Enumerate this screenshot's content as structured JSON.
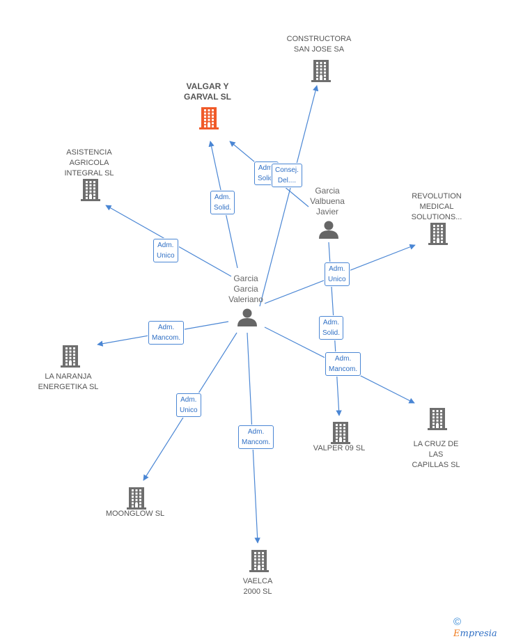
{
  "nodes": [
    {
      "id": "constructora",
      "kind": "company",
      "label": "CONSTRUCTORA\nSAN JOSE SA"
    },
    {
      "id": "valgar",
      "kind": "company",
      "focus": true,
      "label": "VALGAR Y\nGARVAL SL"
    },
    {
      "id": "asistencia",
      "kind": "company",
      "label": "ASISTENCIA\nAGRICOLA\nINTEGRAL SL"
    },
    {
      "id": "revolution",
      "kind": "company",
      "label": "REVOLUTION\nMEDICAL\nSOLUTIONS..."
    },
    {
      "id": "naranja",
      "kind": "company",
      "label": "LA NARANJA\nENERGETIKA SL"
    },
    {
      "id": "valper",
      "kind": "company",
      "label": "VALPER 09 SL"
    },
    {
      "id": "cruz",
      "kind": "company",
      "label": "LA CRUZ DE\nLAS\nCAPILLAS SL"
    },
    {
      "id": "moonglow",
      "kind": "company",
      "label": "MOONGLOW SL"
    },
    {
      "id": "vaelca",
      "kind": "company",
      "label": "VAELCA\n2000  SL"
    },
    {
      "id": "valbuena",
      "kind": "person",
      "label": "Garcia\nValbuena\nJavier"
    },
    {
      "id": "valeriano",
      "kind": "person",
      "label": "Garcia\nGarcia\nValeriano"
    }
  ],
  "edges": [
    {
      "from": "valeriano",
      "to": "constructora",
      "label": "Adm.\nSolid."
    },
    {
      "from": "valeriano",
      "to": "valgar",
      "label": "Adm.\nSolid."
    },
    {
      "from": "valbuena",
      "to": "valgar",
      "label": "Consej.\nDel...."
    },
    {
      "from": "valeriano",
      "to": "asistencia",
      "label": "Adm.\nUnico"
    },
    {
      "from": "valeriano",
      "to": "revolution",
      "label": "Adm.\nUnico"
    },
    {
      "from": "valeriano",
      "to": "naranja",
      "label": "Adm.\nMancom."
    },
    {
      "from": "valbuena",
      "to": "valper",
      "label": "Adm.\nSolid."
    },
    {
      "from": "valeriano",
      "to": "cruz",
      "label": "Adm.\nMancom."
    },
    {
      "from": "valeriano",
      "to": "moonglow",
      "label": "Adm.\nUnico"
    },
    {
      "from": "valeriano",
      "to": "vaelca",
      "label": "Adm.\nMancom."
    }
  ],
  "colors": {
    "edge": "#4a86d4",
    "company": "#6e6e6e",
    "focus": "#f05a28",
    "person": "#666666",
    "label_text": "#2f6fc4"
  },
  "footer": {
    "copyright": "©",
    "brand_initial": "E",
    "brand_rest": "mpresia"
  }
}
